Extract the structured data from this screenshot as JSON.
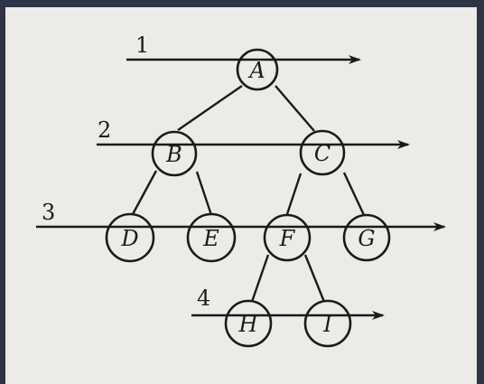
{
  "diagram": {
    "levels": [
      {
        "number": "1"
      },
      {
        "number": "2"
      },
      {
        "number": "3"
      },
      {
        "number": "4"
      }
    ],
    "nodes": [
      {
        "id": "A",
        "label": "A"
      },
      {
        "id": "B",
        "label": "B"
      },
      {
        "id": "C",
        "label": "C"
      },
      {
        "id": "D",
        "label": "D"
      },
      {
        "id": "E",
        "label": "E"
      },
      {
        "id": "F",
        "label": "F"
      },
      {
        "id": "G",
        "label": "G"
      },
      {
        "id": "H",
        "label": "H"
      },
      {
        "id": "I",
        "label": "I"
      }
    ],
    "edges": [
      {
        "from": "A",
        "to": "B"
      },
      {
        "from": "A",
        "to": "C"
      },
      {
        "from": "B",
        "to": "D"
      },
      {
        "from": "B",
        "to": "E"
      },
      {
        "from": "C",
        "to": "F"
      },
      {
        "from": "C",
        "to": "G"
      },
      {
        "from": "F",
        "to": "H"
      },
      {
        "from": "F",
        "to": "I"
      }
    ]
  },
  "colors": {
    "ink": "#1a1a1a",
    "paper": "#ecebe8",
    "frame": "#2e3346"
  }
}
